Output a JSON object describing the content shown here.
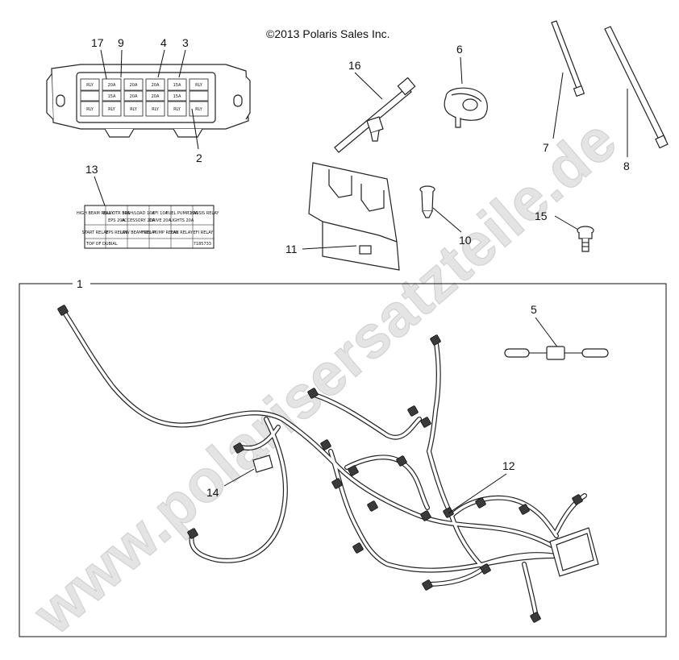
{
  "copyright": "©2013 Polaris Sales Inc.",
  "watermark": "www.polarisersatzteile.de",
  "callouts": {
    "c1": "1",
    "c2": "2",
    "c3": "3",
    "c4": "4",
    "c5": "5",
    "c6": "6",
    "c7": "7",
    "c8": "8",
    "c9": "9",
    "c10": "10",
    "c11": "11",
    "c12": "12",
    "c13": "13",
    "c14": "14",
    "c15": "15",
    "c16": "16",
    "c17": "17"
  },
  "fuse_box_labels": {
    "r1": [
      "RLY",
      "20A",
      "20A",
      "20A",
      "15A",
      "RLY"
    ],
    "r2": [
      "",
      "15A",
      "20A",
      "20A",
      "15A",
      ""
    ],
    "r3": [
      "RLY",
      "RLY",
      "RLY",
      "RLY",
      "RLY",
      "RLY"
    ]
  },
  "decal": {
    "row1": [
      "HIGH BEAM RELAY",
      "BAL OTR 30A",
      "BRSH/LOAD 10A",
      "EFI 10A",
      "FUEL PUMP 10A",
      "CHASSIS RELAY"
    ],
    "row2": [
      "",
      "EPS 20A",
      "ACCESSORY 20A",
      "DRIVE 20A",
      "LIGHTS 20A",
      ""
    ],
    "row3": [
      "START RELAY",
      "EPS RELAY",
      "LOW BEAM RELAY",
      "FUEL PUMP RELAY",
      "FAN RELAY",
      "EFI RELAY"
    ],
    "footer_left": "TOP OF DUBIAL",
    "part_no": "7185733"
  },
  "colors": {
    "line": "#111111",
    "watermark": "#e4e4e4",
    "background": "#ffffff"
  }
}
